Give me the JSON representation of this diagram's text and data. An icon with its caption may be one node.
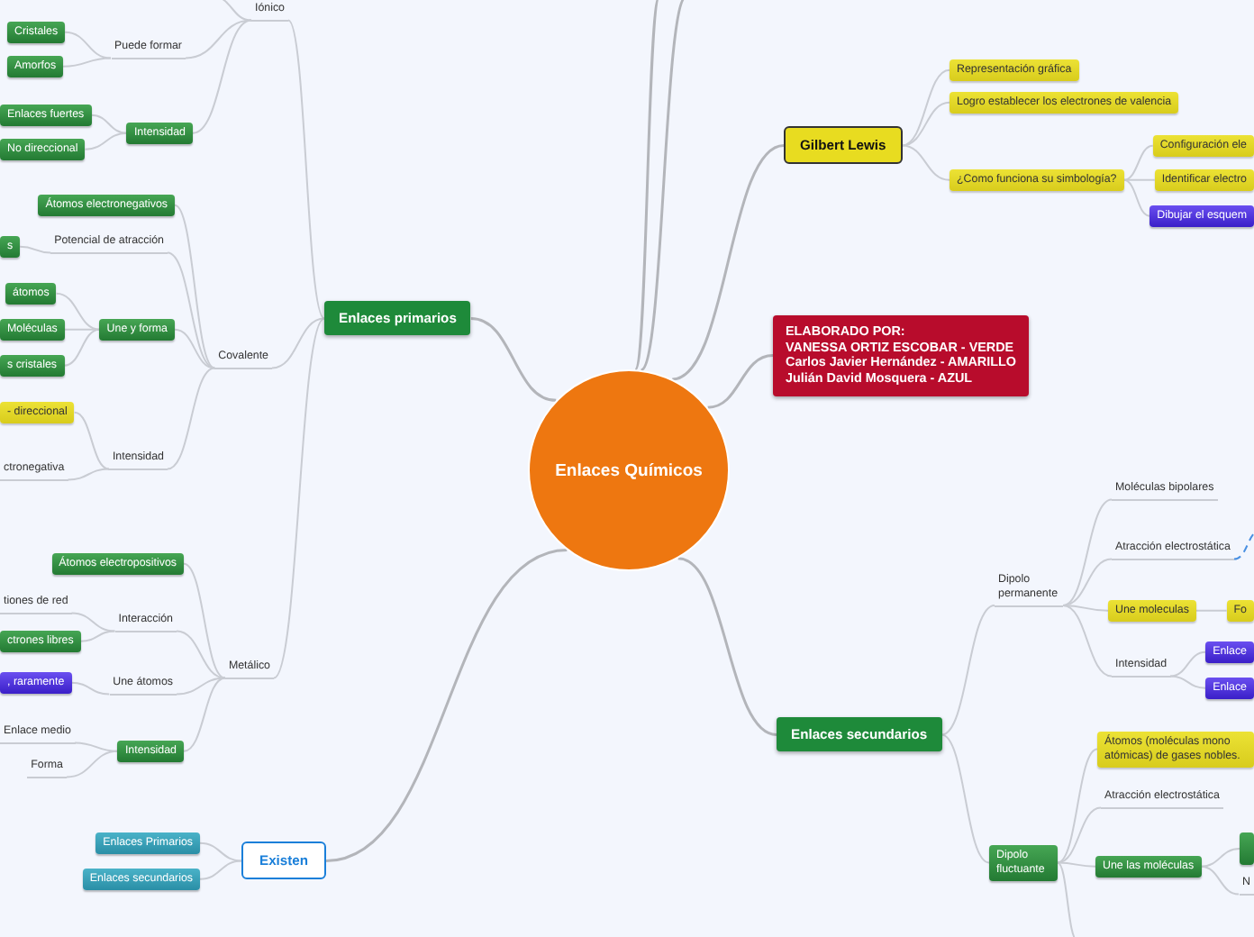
{
  "diagram": {
    "nodes": [
      {
        "text": [
          "Enlaces Químicos"
        ]
      },
      {
        "text": [
          "Enlaces primarios"
        ]
      },
      {
        "text": [
          "Iónico"
        ]
      },
      {
        "text": [
          "Puede formar"
        ]
      },
      {
        "text": [
          "Cristales"
        ]
      },
      {
        "text": [
          "Amorfos"
        ]
      },
      {
        "text": [
          "Intensidad"
        ]
      },
      {
        "text": [
          "Enlaces fuertes"
        ]
      },
      {
        "text": [
          "No direccional"
        ]
      },
      {
        "text": [
          "Covalente"
        ]
      },
      {
        "text": [
          "Átomos electronegativos"
        ]
      },
      {
        "text": [
          "Potencial de atracción"
        ]
      },
      {
        "text": [
          "s"
        ]
      },
      {
        "text": [
          "Une y forma"
        ]
      },
      {
        "text": [
          "átomos"
        ]
      },
      {
        "text": [
          "Moléculas"
        ]
      },
      {
        "text": [
          "s cristales"
        ]
      },
      {
        "text": [
          "Intensidad"
        ]
      },
      {
        "text": [
          "- direccional"
        ]
      },
      {
        "text": [
          "ctronegativa"
        ]
      },
      {
        "text": [
          "Metálico"
        ]
      },
      {
        "text": [
          "Átomos electropositivos"
        ]
      },
      {
        "text": [
          "Interacción"
        ]
      },
      {
        "text": [
          "tiones de red"
        ]
      },
      {
        "text": [
          "ctrones libres"
        ]
      },
      {
        "text": [
          "Une átomos"
        ]
      },
      {
        "text": [
          ", raramente"
        ]
      },
      {
        "text": [
          "Intensidad"
        ]
      },
      {
        "text": [
          "Enlace medio"
        ]
      },
      {
        "text": [
          "Forma"
        ]
      },
      {
        "text": [
          "Existen"
        ]
      },
      {
        "text": [
          "Enlaces Primarios"
        ]
      },
      {
        "text": [
          "Enlaces secundarios"
        ]
      },
      {
        "text": [
          "Gilbert Lewis"
        ]
      },
      {
        "text": [
          "Representación gráfica"
        ]
      },
      {
        "text": [
          "Logro establecer los electrones de valencia"
        ]
      },
      {
        "text": [
          "¿Como funciona su simbología?"
        ]
      },
      {
        "text": [
          "Configuración ele"
        ]
      },
      {
        "text": [
          "Identificar electro"
        ]
      },
      {
        "text": [
          "Dibujar el esquem"
        ]
      },
      {
        "text": [
          "ELABORADO POR:",
          "VANESSA ORTIZ ESCOBAR - VERDE",
          "Carlos Javier Hernández - AMARILLO",
          "Julián David Mosquera - AZUL"
        ]
      },
      {
        "text": [
          "Enlaces secundarios"
        ]
      },
      {
        "text": [
          "Dipolo permanente"
        ]
      },
      {
        "text": [
          "Moléculas bipolares"
        ]
      },
      {
        "text": [
          "Atracción electrostática"
        ]
      },
      {
        "text": [
          "Une moleculas"
        ]
      },
      {
        "text": [
          "Fo"
        ]
      },
      {
        "text": [
          "Intensidad"
        ]
      },
      {
        "text": [
          "Enlace"
        ]
      },
      {
        "text": [
          "Enlace"
        ]
      },
      {
        "text": [
          "Dipolo fluctuante"
        ]
      },
      {
        "text": [
          "Átomos (moléculas mono atómicas) de gases nobles."
        ]
      },
      {
        "text": [
          "Atracción electrostática"
        ]
      },
      {
        "text": [
          "Une las moléculas"
        ]
      },
      {
        "text": [],
        "shape": "box"
      },
      {
        "text": [
          "N"
        ]
      }
    ],
    "edges": [
      {
        "from": 0,
        "to": 1,
        "arrow": "none"
      },
      {
        "from": 0,
        "to": 33,
        "arrow": "none"
      },
      {
        "from": 0,
        "to": 40,
        "arrow": "none"
      },
      {
        "from": 0,
        "to": 41,
        "arrow": "none"
      },
      {
        "from": 0,
        "to": 30,
        "arrow": "none"
      },
      {
        "from": 0,
        "to": null,
        "arrow": "none"
      },
      {
        "from": 0,
        "to": null,
        "arrow": "none"
      },
      {
        "from": 1,
        "to": 2,
        "arrow": "none"
      },
      {
        "from": 1,
        "to": 9,
        "arrow": "none"
      },
      {
        "from": 1,
        "to": 20,
        "arrow": "none"
      },
      {
        "from": 2,
        "to": null,
        "arrow": "none"
      },
      {
        "from": 2,
        "to": 3,
        "arrow": "none"
      },
      {
        "from": 2,
        "to": 6,
        "arrow": "none"
      },
      {
        "from": 3,
        "to": 4,
        "arrow": "none"
      },
      {
        "from": 3,
        "to": 5,
        "arrow": "none"
      },
      {
        "from": 6,
        "to": 7,
        "arrow": "none"
      },
      {
        "from": 6,
        "to": 8,
        "arrow": "none"
      },
      {
        "from": 9,
        "to": 10,
        "arrow": "none"
      },
      {
        "from": 9,
        "to": 11,
        "arrow": "none"
      },
      {
        "from": 9,
        "to": 13,
        "arrow": "none"
      },
      {
        "from": 9,
        "to": 17,
        "arrow": "none"
      },
      {
        "from": 11,
        "to": 12,
        "arrow": "none"
      },
      {
        "from": 13,
        "to": 14,
        "arrow": "none"
      },
      {
        "from": 13,
        "to": 15,
        "arrow": "none"
      },
      {
        "from": 13,
        "to": 16,
        "arrow": "none"
      },
      {
        "from": 17,
        "to": 18,
        "arrow": "none"
      },
      {
        "from": 17,
        "to": 19,
        "arrow": "none"
      },
      {
        "from": 20,
        "to": 21,
        "arrow": "none"
      },
      {
        "from": 20,
        "to": 22,
        "arrow": "none"
      },
      {
        "from": 20,
        "to": 25,
        "arrow": "none"
      },
      {
        "from": 20,
        "to": 27,
        "arrow": "none"
      },
      {
        "from": 22,
        "to": 23,
        "arrow": "none"
      },
      {
        "from": 22,
        "to": 24,
        "arrow": "none"
      },
      {
        "from": 25,
        "to": 26,
        "arrow": "none"
      },
      {
        "from": 27,
        "to": 28,
        "arrow": "none"
      },
      {
        "from": 27,
        "to": 29,
        "arrow": "none"
      },
      {
        "from": 30,
        "to": 31,
        "arrow": "none"
      },
      {
        "from": 30,
        "to": 32,
        "arrow": "none"
      },
      {
        "from": 33,
        "to": 34,
        "arrow": "none"
      },
      {
        "from": 33,
        "to": 35,
        "arrow": "none"
      },
      {
        "from": 33,
        "to": 36,
        "arrow": "none"
      },
      {
        "from": 36,
        "to": 37,
        "arrow": "none"
      },
      {
        "from": 36,
        "to": 38,
        "arrow": "none"
      },
      {
        "from": 36,
        "to": 39,
        "arrow": "none"
      },
      {
        "from": 41,
        "to": 42,
        "arrow": "none"
      },
      {
        "from": 41,
        "to": 50,
        "arrow": "none"
      },
      {
        "from": 42,
        "to": 43,
        "arrow": "none"
      },
      {
        "from": 42,
        "to": 44,
        "arrow": "none"
      },
      {
        "from": 42,
        "to": 45,
        "arrow": "none"
      },
      {
        "from": 42,
        "to": 47,
        "arrow": "none"
      },
      {
        "from": 44,
        "to": null,
        "arrow": "none",
        "style": "dashed",
        "color": "#4a90e2"
      },
      {
        "from": 45,
        "to": 46,
        "arrow": "none"
      },
      {
        "from": 47,
        "to": 48,
        "arrow": "none"
      },
      {
        "from": 47,
        "to": 49,
        "arrow": "none"
      },
      {
        "from": 50,
        "to": 51,
        "arrow": "none"
      },
      {
        "from": 50,
        "to": 52,
        "arrow": "none"
      },
      {
        "from": 50,
        "to": 53,
        "arrow": "none"
      },
      {
        "from": 50,
        "to": null,
        "arrow": "none"
      },
      {
        "from": 53,
        "to": 54,
        "arrow": "none"
      },
      {
        "from": 53,
        "to": 55,
        "arrow": "none"
      }
    ]
  }
}
